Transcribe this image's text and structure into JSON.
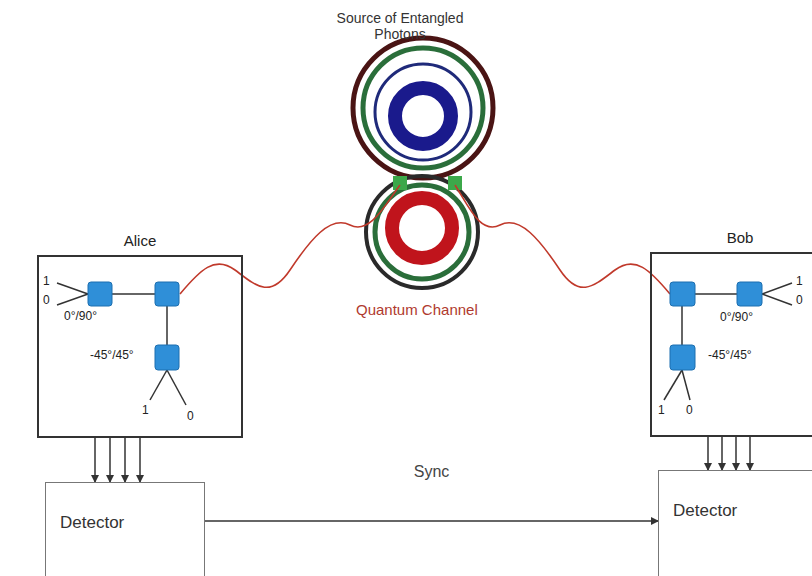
{
  "diagram": {
    "nodes": [
      {
        "text": [
          "Alice"
        ]
      },
      {
        "text": [
          "Bob"
        ]
      },
      {
        "text": [
          "Detector"
        ]
      },
      {
        "text": [
          "Detector"
        ]
      }
    ],
    "edges": [
      {
        "from": 0,
        "to": 2,
        "arrow": "to"
      },
      {
        "from": 0,
        "to": 2,
        "arrow": "to"
      },
      {
        "from": 0,
        "to": 2,
        "arrow": "to"
      },
      {
        "from": 0,
        "to": 2,
        "arrow": "to"
      },
      {
        "from": 1,
        "to": 3,
        "arrow": "to"
      },
      {
        "from": 1,
        "to": 3,
        "arrow": "to"
      },
      {
        "from": 1,
        "to": 3,
        "arrow": "to"
      },
      {
        "from": 1,
        "to": 3,
        "arrow": "to"
      },
      {
        "from": 2,
        "to": 3,
        "label": "Sync",
        "arrow": "to"
      }
    ],
    "labels": [
      "Source of Entangled Photons",
      "Quantum Channel",
      "1",
      "0",
      "0°/90°",
      "-45°/45°",
      "1",
      "0",
      "1",
      "0",
      "0°/90°",
      "-45°/45°",
      "1",
      "0"
    ]
  }
}
